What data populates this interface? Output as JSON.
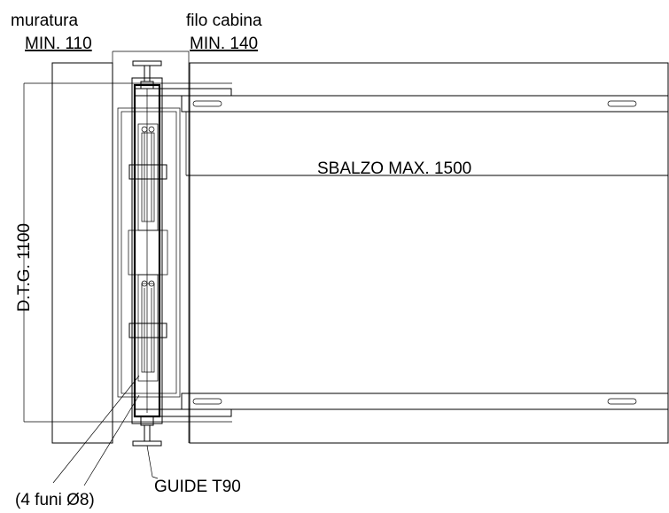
{
  "labels": {
    "muratura": "muratura",
    "muratura_min": "MIN. 110",
    "filo_cabina": "filo cabina",
    "filo_cabina_min": "MIN. 140",
    "sbalzo": "SBALZO MAX. 1500",
    "dtg": "D.T.G. 1100",
    "funi": "(4 funi Ø8)",
    "guide": "GUIDE T90"
  }
}
